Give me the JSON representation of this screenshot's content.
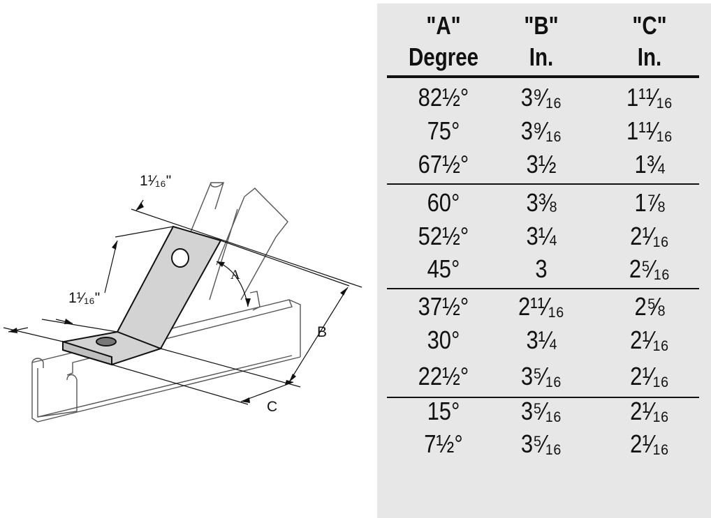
{
  "drawing": {
    "labels": {
      "top_dim": "1¹⁄₁₆\"",
      "left_dim": "1¹⁄₁₆\"",
      "angle": "A",
      "height": "B",
      "length": "C"
    }
  },
  "table": {
    "headers": [
      {
        "line1": "\"A\"",
        "line2": "Degree"
      },
      {
        "line1": "\"B\"",
        "line2": "In."
      },
      {
        "line1": "\"C\"",
        "line2": "In."
      }
    ],
    "rows": [
      [
        "82½°",
        "3⁹⁄₁₆",
        "1¹¹⁄₁₆"
      ],
      [
        "75°",
        "3⁹⁄₁₆",
        "1¹¹⁄₁₆"
      ],
      [
        "67½°",
        "3½",
        "1¾"
      ],
      [
        "60°",
        "3⅜",
        "1⅞"
      ],
      [
        "52½°",
        "3¼",
        "2¹⁄₁₆"
      ],
      [
        "45°",
        "3",
        "2⁵⁄₁₆"
      ],
      [
        "37½°",
        "2¹¹⁄₁₆",
        "2⅝"
      ],
      [
        "30°",
        "3¼",
        "2¹⁄₁₆"
      ],
      [
        "22½°",
        "3⁵⁄₁₆",
        "2¹⁄₁₆"
      ],
      [
        "15°",
        "3⁵⁄₁₆",
        "2¹⁄₁₆"
      ],
      [
        "7½°",
        "3⁵⁄₁₆",
        "2¹⁄₁₆"
      ]
    ]
  },
  "colors": {
    "panel_bg": "#e7e7e7",
    "fitting_fill": "#d3d3d3",
    "line": "#111111"
  }
}
